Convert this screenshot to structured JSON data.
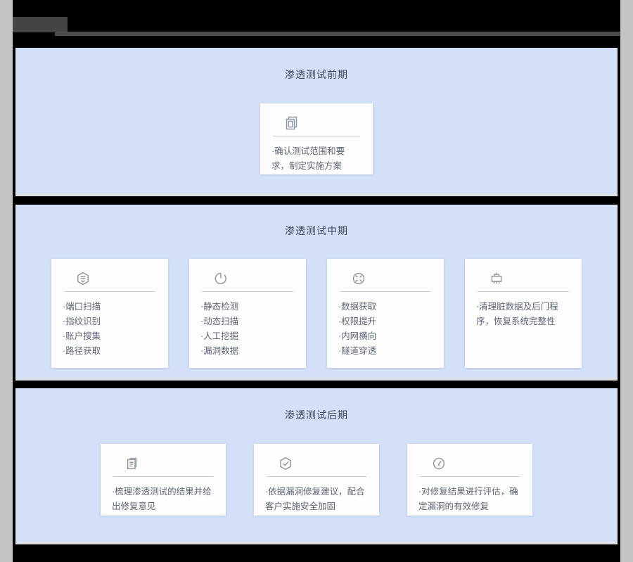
{
  "page": {
    "background_color": "#c4c4c4",
    "board_color": "#000000",
    "panel_color": "#d3e0f8",
    "card_color": "#fdfdfe",
    "title_color": "#3d4859",
    "body_text_color": "#5d6472",
    "icon_color": "#8e949e"
  },
  "chrome": {
    "tab_label": "",
    "tab_color": "#444444",
    "bar_color": "#4d4d4d"
  },
  "stages": [
    {
      "title": "渗透测试前期",
      "cards": [
        {
          "icon": "copy-documents-icon",
          "lines": [
            "·确认测试范围和要求，制定实施方案"
          ],
          "multiline": true
        }
      ]
    },
    {
      "title": "渗透测试中期",
      "cards": [
        {
          "icon": "hexagon-scan-icon",
          "lines": [
            "·端口扫描",
            "·指纹识别",
            "·账户搜集",
            "·路径获取"
          ],
          "multiline": false
        },
        {
          "icon": "gauge-detect-icon",
          "lines": [
            "·静态检测",
            "·动态扫描",
            "·人工挖掘",
            "·漏洞数据"
          ],
          "multiline": false
        },
        {
          "icon": "target-node-icon",
          "lines": [
            "·数据获取",
            "·权限提升",
            "·内网横向",
            "·隧道穿透"
          ],
          "multiline": false
        },
        {
          "icon": "broom-clean-icon",
          "lines": [
            "·清理脏数据及后门程序，恢复系统完整性"
          ],
          "multiline": true
        }
      ]
    },
    {
      "title": "渗透测试后期",
      "cards": [
        {
          "icon": "report-document-icon",
          "lines": [
            "·梳理渗透测试的结果并给出修复意见"
          ],
          "multiline": true
        },
        {
          "icon": "shield-check-icon",
          "lines": [
            "·依据漏洞修复建议，配合客户实施安全加固"
          ],
          "multiline": true
        },
        {
          "icon": "gauge-evaluate-icon",
          "lines": [
            "·对修复结果进行评估，确定漏洞的有效修复"
          ],
          "multiline": true
        }
      ]
    }
  ]
}
